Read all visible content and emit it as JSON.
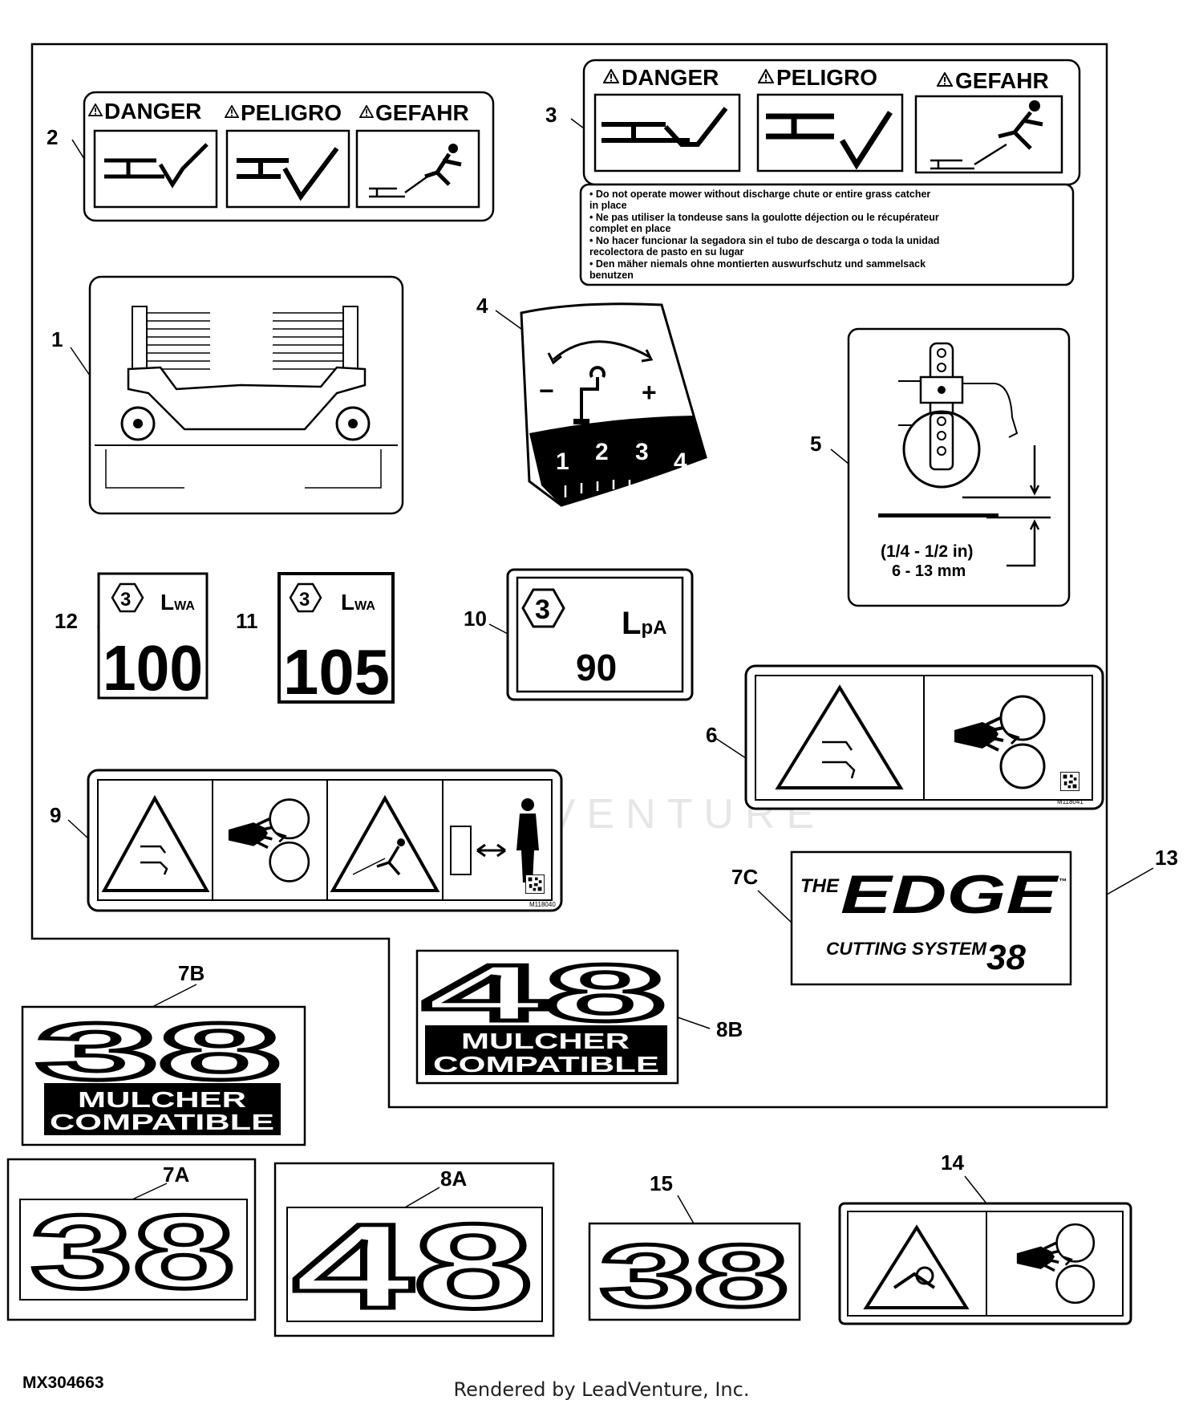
{
  "callouts": {
    "c1": "1",
    "c2": "2",
    "c3": "3",
    "c4": "4",
    "c5": "5",
    "c6": "6",
    "c7a": "7A",
    "c7b": "7B",
    "c7c": "7C",
    "c8a": "8A",
    "c8b": "8B",
    "c9": "9",
    "c10": "10",
    "c11": "11",
    "c12": "12",
    "c13": "13",
    "c14": "14",
    "c15": "15"
  },
  "decal2": {
    "w1": "DANGER",
    "w2": "PELIGRO",
    "w3": "GEFAHR"
  },
  "decal3": {
    "w1": "DANGER",
    "w2": "PELIGRO",
    "w3": "GEFAHR",
    "lines": [
      "• Do not operate mower without discharge chute or entire grass catcher",
      "  in place",
      "• Ne pas utiliser la tondeuse sans la goulotte déjection ou le récupérateur",
      "  complet en place",
      "• No hacer funcionar la segadora sin el tubo de descarga o toda la unidad",
      "  recolectora de pasto en su lugar",
      "• Den mäher niemals ohne montierten auswurfschutz und sammelsack",
      "  benutzen"
    ]
  },
  "decal4": {
    "d1": "1",
    "d2": "2",
    "d3": "3",
    "d4": "4",
    "minus": "−",
    "plus": "+"
  },
  "decal5": {
    "range_in": "(1/4 - 1/2 in)",
    "range_mm": "6 - 13 mm"
  },
  "decal6": {
    "code": "M118041"
  },
  "decal9": {
    "code": "M118040"
  },
  "decal10": {
    "hex": "3",
    "label": "L",
    "sub": "pA",
    "value": "90"
  },
  "decal11": {
    "hex": "3",
    "label": "L",
    "sub": "WA",
    "value": "105"
  },
  "decal12": {
    "hex": "3",
    "label": "L",
    "sub": "WA",
    "value": "100"
  },
  "decal7b": {
    "num": "38",
    "l1": "MULCHER",
    "l2": "COMPATIBLE"
  },
  "decal8b": {
    "num": "48",
    "l1": "MULCHER",
    "l2": "COMPATIBLE"
  },
  "decal7c": {
    "the": "THE",
    "brand": "EDGE",
    "tm": "™",
    "sys": "CUTTING SYSTEM",
    "num": "38"
  },
  "decal7a": {
    "num": "38"
  },
  "decal8a": {
    "num": "48"
  },
  "decal15": {
    "num": "38"
  },
  "footer": {
    "doc_code": "MX304663",
    "credit": "Rendered by LeadVenture, Inc."
  },
  "watermark": "LEADVENTURE"
}
